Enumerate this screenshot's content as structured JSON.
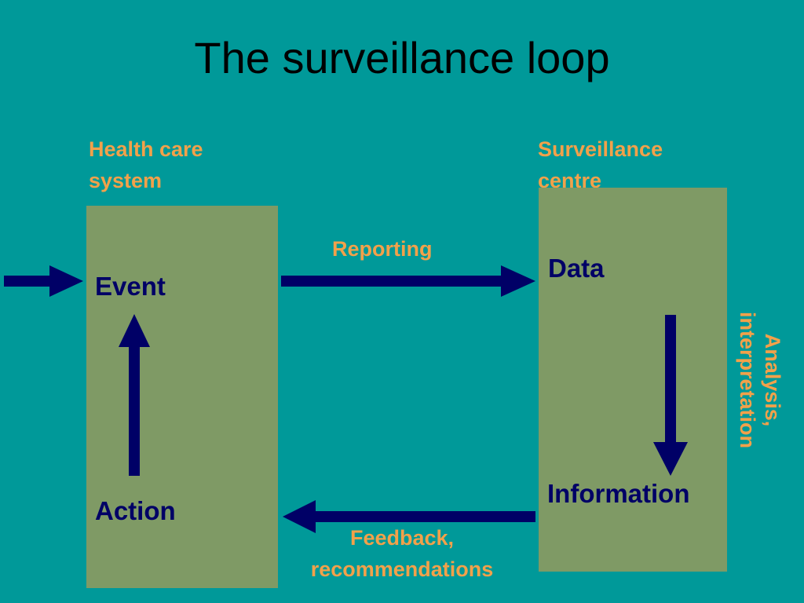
{
  "title": "The surveillance loop",
  "labels": {
    "health_care_system_line1": "Health care",
    "health_care_system_line2": "system",
    "surveillance_centre_line1": "Surveillance",
    "surveillance_centre_line2": "centre",
    "reporting": "Reporting",
    "feedback_line1": "Feedback,",
    "feedback_line2": "recommendations",
    "analysis_line1": "Analysis,",
    "analysis_line2": "interpretation"
  },
  "nodes": {
    "event": "Event",
    "action": "Action",
    "data": "Data",
    "information": "Information"
  },
  "colors": {
    "background": "#009999",
    "box_fill": "#7f9a65",
    "arrow": "#000066",
    "label_orange": "#f2a14a",
    "title_text": "#000000"
  }
}
